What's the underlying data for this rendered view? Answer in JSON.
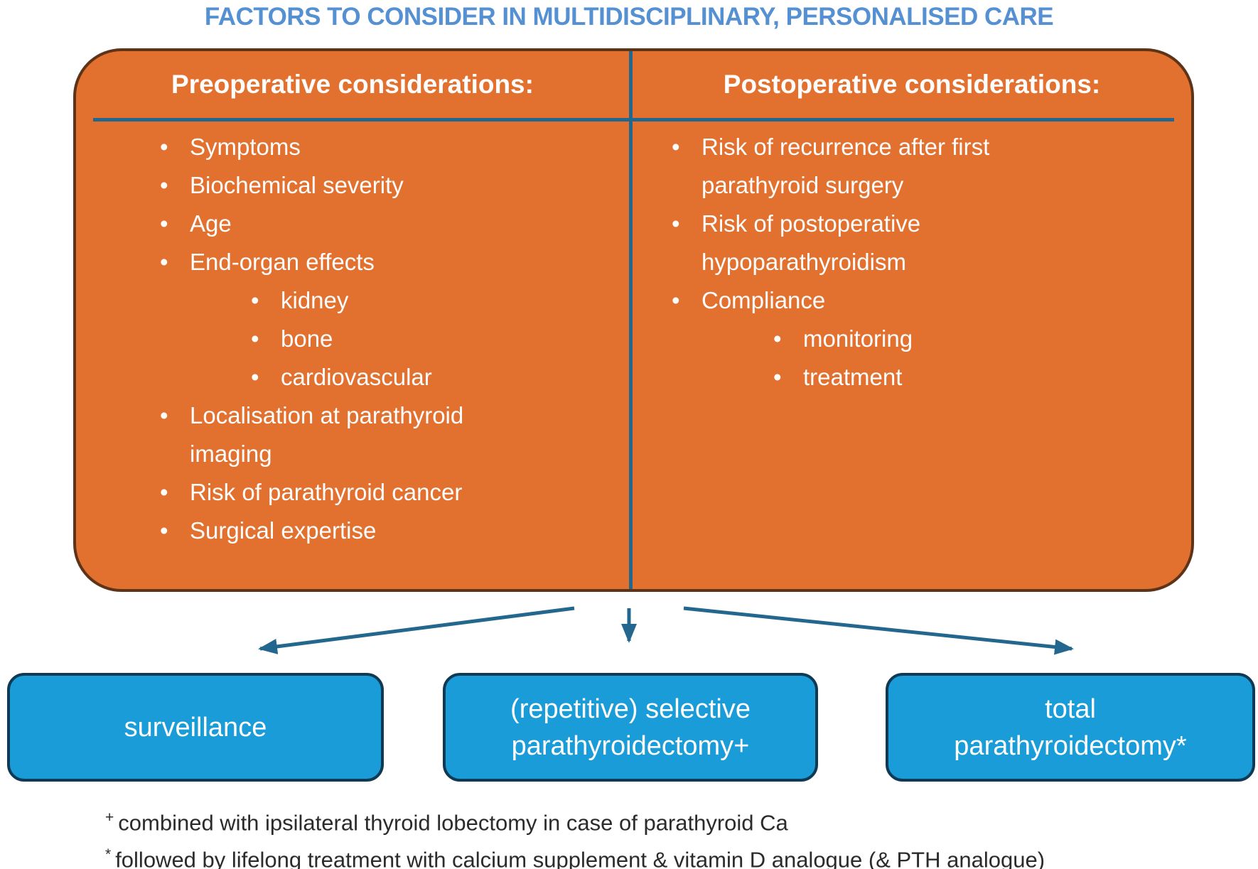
{
  "title": "FACTORS TO CONSIDER IN MULTIDISCIPLINARY, PERSONALISED CARE",
  "colors": {
    "orange": "#E2712F",
    "orange_border": "#5E3418",
    "teal": "#23678F",
    "blue_box": "#1A9CD8",
    "blue_box_border": "#0E3A54",
    "title_blue": "#5591D2",
    "footnote_text": "#2B2B2B",
    "white_text": "#FDFDFD"
  },
  "panel": {
    "left": {
      "header": "Preoperative considerations:",
      "items": [
        {
          "label": "Symptoms",
          "level": 1
        },
        {
          "label": "Biochemical severity",
          "level": 1
        },
        {
          "label": "Age",
          "level": 1
        },
        {
          "label": "End-organ effects",
          "level": 1
        },
        {
          "label": "kidney",
          "level": 2
        },
        {
          "label": "bone",
          "level": 2
        },
        {
          "label": "cardiovascular",
          "level": 2
        },
        {
          "label": "Localisation at parathyroid\nimaging",
          "level": 1
        },
        {
          "label": "Risk of parathyroid cancer",
          "level": 1
        },
        {
          "label": "Surgical expertise",
          "level": 1
        }
      ]
    },
    "right": {
      "header": "Postoperative considerations:",
      "items": [
        {
          "label": "Risk of recurrence after first\nparathyroid surgery",
          "level": 1
        },
        {
          "label": "Risk of postoperative\nhypoparathyroidism",
          "level": 1
        },
        {
          "label": "Compliance",
          "level": 1
        },
        {
          "label": "monitoring",
          "level": 2
        },
        {
          "label": "treatment",
          "level": 2
        }
      ]
    }
  },
  "outcomes": [
    {
      "label": "surveillance"
    },
    {
      "label": "(repetitive) selective\nparathyroidectomy+"
    },
    {
      "label": "total\nparathyroidectomy*"
    }
  ],
  "footnotes": [
    {
      "marker": "+",
      "text": "combined with ipsilateral thyroid lobectomy in case of parathyroid Ca"
    },
    {
      "marker": "*",
      "text": "followed by lifelong treatment with calcium supplement & vitamin D analogue (& PTH analogue)"
    }
  ]
}
